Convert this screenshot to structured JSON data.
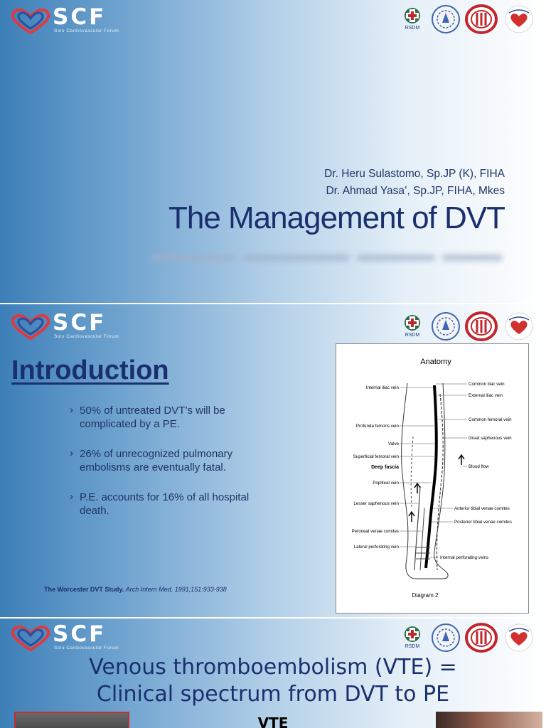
{
  "brand": {
    "logo_text": "SCF",
    "logo_subtitle": "Solo Cardiovascular Forum",
    "colors": {
      "heart_red": "#e03a3e",
      "heart_blue": "#2a4f9e",
      "title_navy": "#1a2f6e"
    }
  },
  "partners": {
    "rsdm_label": "RSDM",
    "icons": [
      "rsdm-logo-icon",
      "university-seal-icon",
      "ibi-logo-icon",
      "association-logo-icon"
    ]
  },
  "slide1": {
    "authors": [
      "Dr. Heru Sulastomo, Sp.JP (K), FIHA",
      "Dr. Ahmad Yasa’, Sp.JP, FIHA, Mkes"
    ],
    "title": "The Management of DVT"
  },
  "slide2": {
    "heading": "Introduction",
    "bullets": [
      "50% of untreated DVT’s will be complicated by a PE.",
      "26% of unrecognized pulmonary embolisms are eventually fatal.",
      "P.E. accounts for 16% of all hospital death."
    ],
    "citation": {
      "source": "The Worcester DVT Study.",
      "journal": "Arch Intern Med. 1991;151:933-938"
    },
    "figure": {
      "title": "Anatomy",
      "caption": "Diagram 2",
      "labels_left": [
        "Internal iliac vein",
        "Profunda femoris vein",
        "Valve",
        "Superficial femoral vein",
        "Deep fascia",
        "Popliteal vein",
        "Lesser saphenous vein",
        "Peroneal venae comites",
        "Lateral perforating vein"
      ],
      "labels_right": [
        "Common iliac vein",
        "External iliac vein",
        "Common femoral vein",
        "Great saphenous vein",
        "Blood flow",
        "Anterior tibial venae comites",
        "Posterior tibial venae comites",
        "Internal perforating veins"
      ]
    }
  },
  "slide3": {
    "title_line1": "Venous thromboembolism (VTE) =",
    "title_line2": "Clinical spectrum from DVT to PE",
    "subtitle": "VTE"
  }
}
